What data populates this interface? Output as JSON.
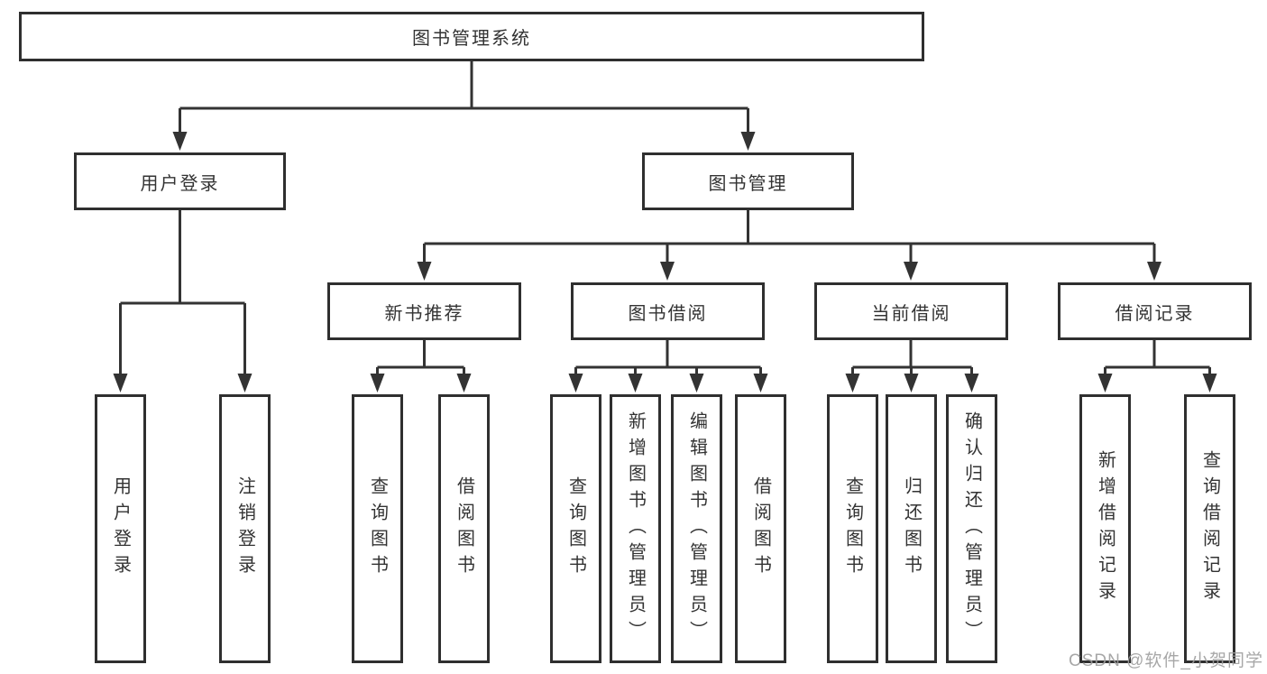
{
  "diagram": {
    "type": "hierarchy",
    "title": "图书管理系统",
    "nodes": {
      "root": {
        "label": "图书管理系统"
      },
      "login": {
        "label": "用户登录"
      },
      "mgmt": {
        "label": "图书管理"
      },
      "newrec": {
        "label": "新书推荐"
      },
      "borrow": {
        "label": "图书借阅"
      },
      "current": {
        "label": "当前借阅"
      },
      "records": {
        "label": "借阅记录"
      },
      "a1": {
        "label": "用户登录"
      },
      "a2": {
        "label": "注销登录"
      },
      "b1": {
        "label": "查询图书"
      },
      "b2": {
        "label": "借阅图书"
      },
      "c1": {
        "label": "查询图书"
      },
      "c2": {
        "label": "新增图书（管理员）"
      },
      "c3": {
        "label": "编辑图书（管理员）"
      },
      "c4": {
        "label": "借阅图书"
      },
      "d1": {
        "label": "查询图书"
      },
      "d2": {
        "label": "归还图书"
      },
      "d3": {
        "label": "确认归还（管理员）"
      },
      "e1": {
        "label": "新增借阅记录"
      },
      "e2": {
        "label": "查询借阅记录"
      }
    },
    "edges": [
      [
        "root",
        "login"
      ],
      [
        "root",
        "mgmt"
      ],
      [
        "login",
        "a1"
      ],
      [
        "login",
        "a2"
      ],
      [
        "mgmt",
        "newrec"
      ],
      [
        "mgmt",
        "borrow"
      ],
      [
        "mgmt",
        "current"
      ],
      [
        "mgmt",
        "records"
      ],
      [
        "newrec",
        "b1"
      ],
      [
        "newrec",
        "b2"
      ],
      [
        "borrow",
        "c1"
      ],
      [
        "borrow",
        "c2"
      ],
      [
        "borrow",
        "c3"
      ],
      [
        "borrow",
        "c4"
      ],
      [
        "current",
        "d1"
      ],
      [
        "current",
        "d2"
      ],
      [
        "current",
        "d3"
      ],
      [
        "records",
        "e1"
      ],
      [
        "records",
        "e2"
      ]
    ],
    "colors": {
      "background": "#ffffff",
      "box_border": "#2f2f2f",
      "line": "#333333",
      "text": "#333333"
    }
  },
  "watermark": {
    "text": "CSDN @软件_小贺同学",
    "color": "#9e9e9e"
  }
}
